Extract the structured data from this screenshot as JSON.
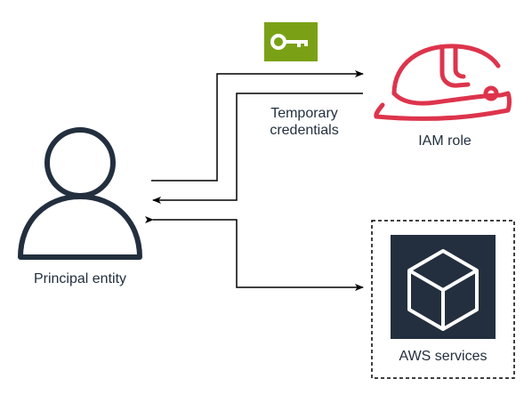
{
  "colors": {
    "line": "#000000",
    "principal_icon": "#232f3e",
    "iam_role_icon": "#dd344c",
    "key_badge": "#7aa116",
    "aws_tile": "#232f3e",
    "text": "#232f3e"
  },
  "icons": {
    "principal": "person-icon",
    "iam_role": "hard-hat-icon",
    "credentials": "key-icon",
    "aws_services": "cube-icon"
  },
  "nodes": {
    "principal": {
      "label": "Principal entity"
    },
    "iam_role": {
      "label": "IAM role"
    },
    "credentials": {
      "label": "Temporary credentials"
    },
    "aws_services": {
      "label": "AWS services"
    }
  }
}
